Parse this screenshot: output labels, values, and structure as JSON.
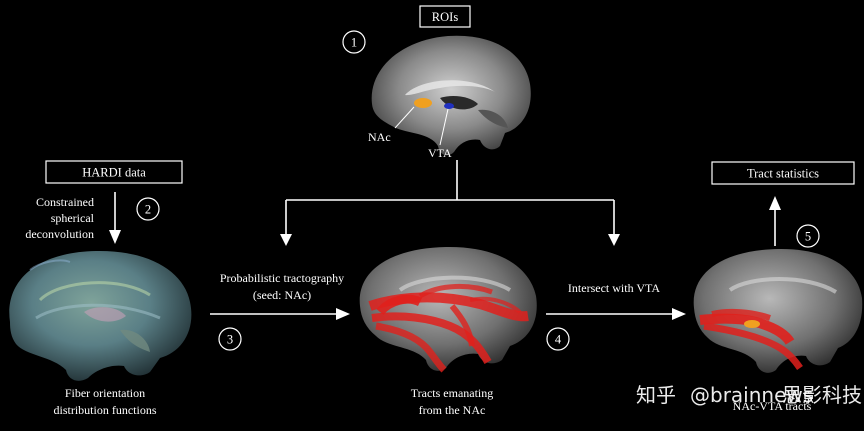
{
  "boxes": {
    "rois": "ROIs",
    "hardi": "HARDI data",
    "tract_stats": "Tract statistics"
  },
  "steps": {
    "s1": "1",
    "s2": "2",
    "s3": "3",
    "s4": "4",
    "s5": "5"
  },
  "labels": {
    "nac": "NAc",
    "vta": "VTA",
    "csd_line1": "Constrained",
    "csd_line2": "spherical",
    "csd_line3": "deconvolution",
    "prob_line1": "Probabilistic tractography",
    "prob_line2": "(seed: NAc)",
    "intersect": "Intersect with VTA",
    "fod_line1": "Fiber orientation",
    "fod_line2": "distribution functions",
    "tracts_line1": "Tracts emanating",
    "tracts_line2": "from the NAc",
    "nac_vta_tracts": "NAc-VTA tracts"
  },
  "watermark": {
    "platform": "知乎",
    "handle": "@brainnews",
    "org": "思影科技"
  },
  "colors": {
    "tract_red": "#e0201c",
    "nac_orange": "#f0a020",
    "vta_blue": "#2030c0",
    "background": "#000000"
  }
}
